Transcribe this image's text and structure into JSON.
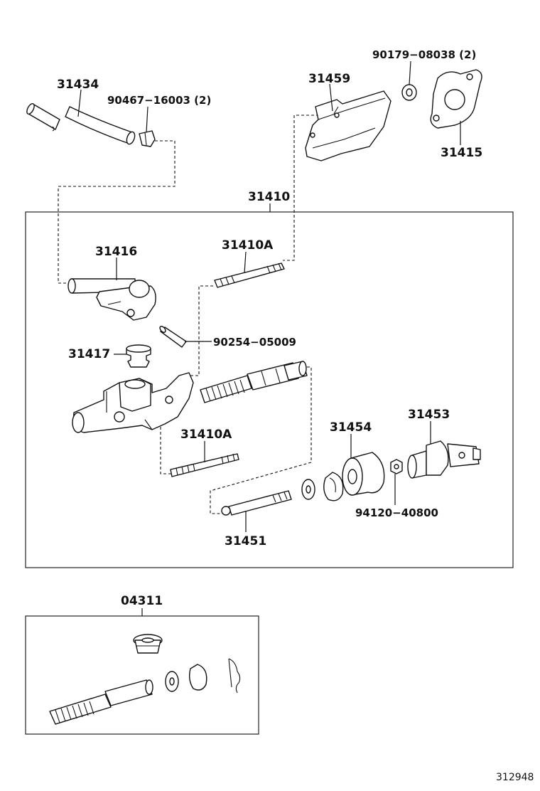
{
  "labels": {
    "p31434": "31434",
    "p90467": "90467−16003 (2)",
    "p31459": "31459",
    "p90179": "90179−08038 (2)",
    "p31415": "31415",
    "p31410": "31410",
    "p31416": "31416",
    "p31410A_top": "31410A",
    "p90254": "90254−05009",
    "p31417": "31417",
    "p31410A_mid": "31410A",
    "p31454": "31454",
    "p31453": "31453",
    "p94120": "94120−40800",
    "p31451": "31451",
    "p04311": "04311"
  },
  "diagram_id": "312948"
}
